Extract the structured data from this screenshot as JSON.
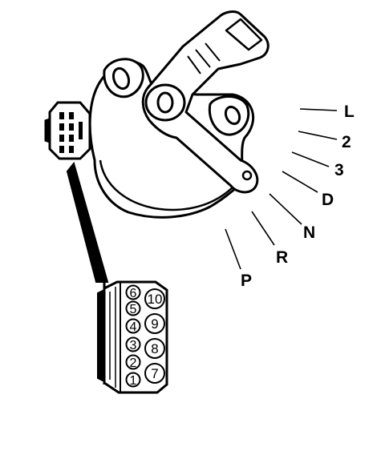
{
  "diagram": {
    "positions": [
      "L",
      "2",
      "3",
      "D",
      "N",
      "R",
      "P"
    ],
    "connector_pins": {
      "left_column": [
        "6",
        "5",
        "4",
        "3",
        "2",
        "1"
      ],
      "right_column": [
        "10",
        "9",
        "8",
        "7"
      ]
    }
  }
}
